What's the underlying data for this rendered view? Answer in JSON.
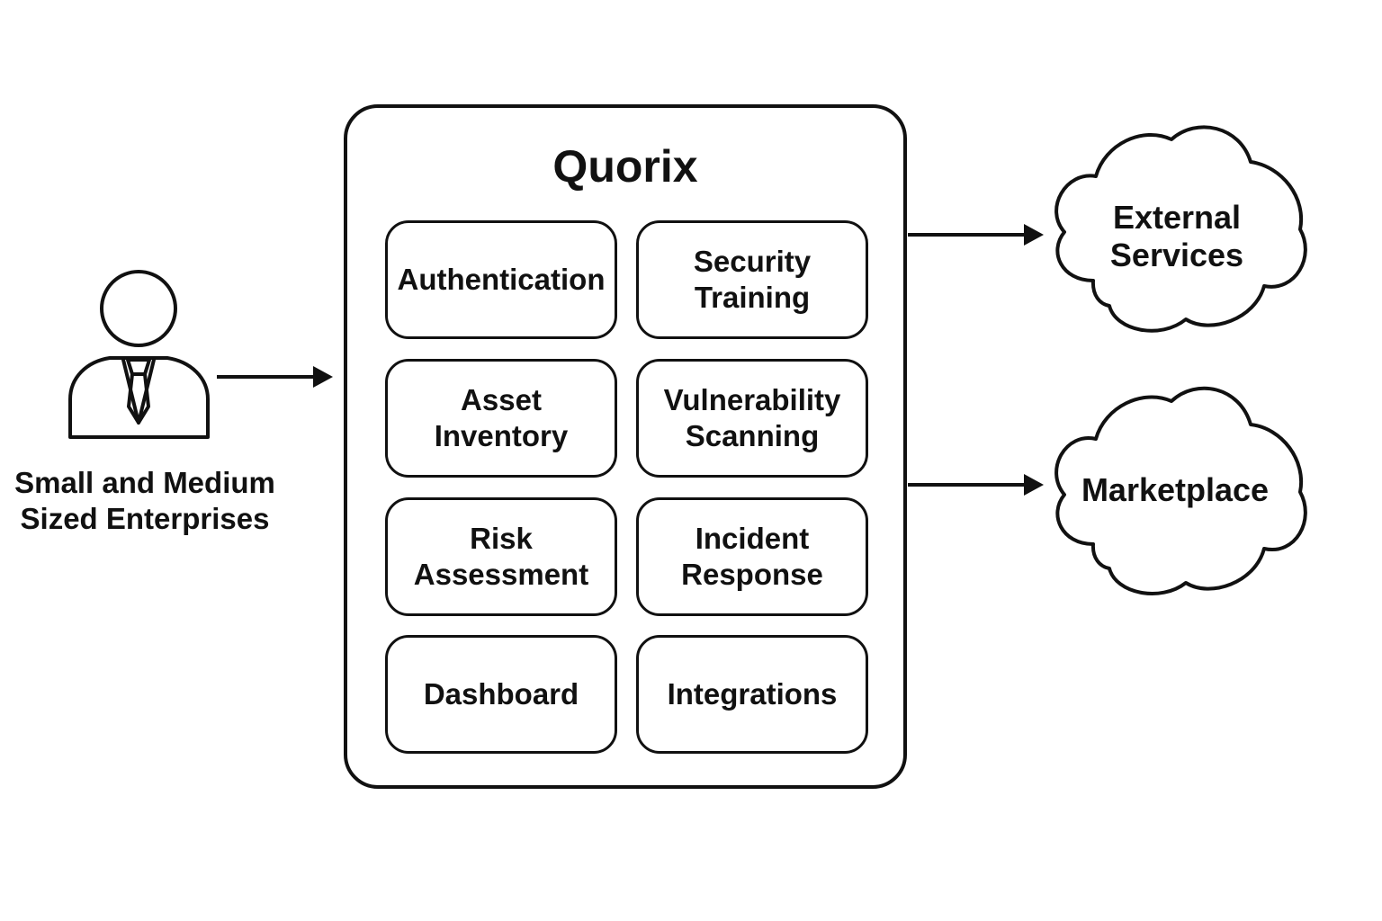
{
  "actor": {
    "label_line1": "Small and Medium",
    "label_line2": "Sized Enterprises",
    "icon": "person-with-tie-icon"
  },
  "system": {
    "title": "Quorix",
    "modules": [
      {
        "line1": "Authentication",
        "line2": ""
      },
      {
        "line1": "Security",
        "line2": "Training"
      },
      {
        "line1": "Asset",
        "line2": "Inventory"
      },
      {
        "line1": "Vulnerability",
        "line2": "Scanning"
      },
      {
        "line1": "Risk",
        "line2": "Assessment"
      },
      {
        "line1": "Incident",
        "line2": "Response"
      },
      {
        "line1": "Dashboard",
        "line2": ""
      },
      {
        "line1": "Integrations",
        "line2": ""
      }
    ]
  },
  "externals": [
    {
      "line1": "External",
      "line2": "Services",
      "icon": "cloud-icon"
    },
    {
      "line1": "Marketplace",
      "line2": "",
      "icon": "cloud-icon"
    }
  ],
  "colors": {
    "stroke": "#111111",
    "background": "#ffffff"
  }
}
